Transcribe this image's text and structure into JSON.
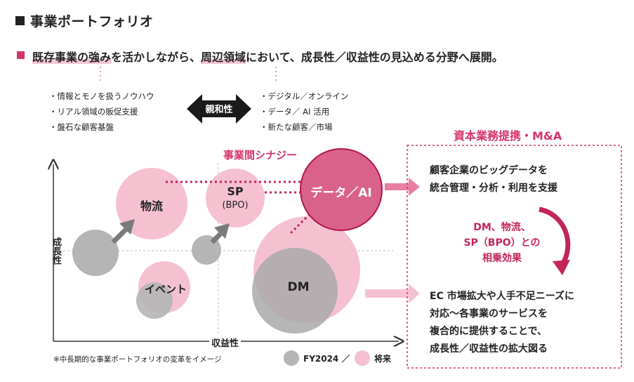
{
  "title": "事業ポートフォリオ",
  "headline": {
    "part1": "既存事業の強み",
    "part2": "を活かしながら、",
    "part3": "周辺領域",
    "part4": "において、成長性／収益性の見込める分野へ展開。"
  },
  "left_list": [
    "・情報とモノを扱うノウハウ",
    "・リアル領域の販促支援",
    "・盤石な顧客基盤"
  ],
  "synergy_label": "親和性",
  "right_list": [
    "・デジタル／オンライン",
    "・データ／ AI 活用",
    "・新たな顧客／市場"
  ],
  "chart": {
    "synergy_title": "事業間シナジー",
    "ylabel": "成長性",
    "xlabel": "収益性",
    "bubbles": {
      "logistics": "物流",
      "sp_line1": "SP",
      "sp_line2": "(BPO)",
      "data_ai": "データ／AI",
      "event": "イベント",
      "dm": "DM"
    }
  },
  "alliance": {
    "title": "資本業務提携・M&A",
    "text1": [
      "顧客企業のビッグデータを",
      "統合管理・分析・利用を支援"
    ],
    "effect": [
      "DM、物流、",
      "SP（BPO）との",
      "相乗効果"
    ],
    "text2": [
      "EC 市場拡大や人手不足ニーズに",
      "対応〜各事業のサービスを",
      "複合的に提供することで、",
      "成長性／収益性の拡大図る"
    ]
  },
  "note": "※中長期的な事業ポートフォリオの変革をイメージ",
  "legend": {
    "current": "FY2024 ／",
    "future": "将来"
  },
  "colors": {
    "accent": "#d6336c",
    "future": "#f5c1d1",
    "current": "#b5b5b5"
  }
}
